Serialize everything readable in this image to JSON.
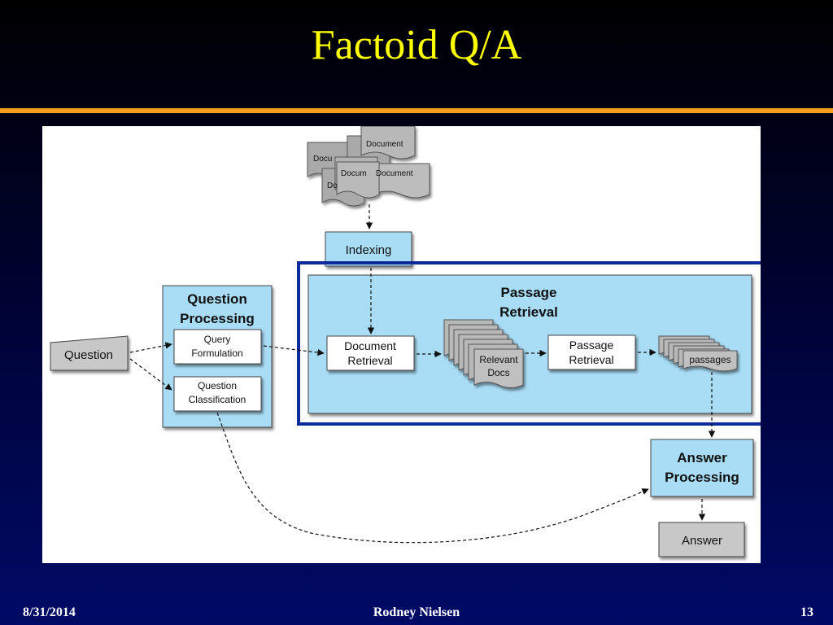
{
  "slide": {
    "title": "Factoid Q/A"
  },
  "diagram": {
    "documents": [
      "Docu",
      "Do",
      "Document",
      "Docum",
      "Document",
      "Do"
    ],
    "indexing": "Indexing",
    "question": "Question",
    "question_processing": {
      "line1": "Question",
      "line2": "Processing"
    },
    "query_formulation": {
      "line1": "Query",
      "line2": "Formulation"
    },
    "question_classification": {
      "line1": "Question",
      "line2": "Classification"
    },
    "passage_retrieval_group": {
      "line1": "Passage",
      "line2": "Retrieval"
    },
    "document_retrieval": {
      "line1": "Document",
      "line2": "Retrieval"
    },
    "relevant_docs": {
      "line1": "Relevant",
      "line2": "Docs"
    },
    "passage_retrieval": {
      "line1": "Passage",
      "line2": "Retrieval"
    },
    "passages": "passages",
    "answer_processing": {
      "line1": "Answer",
      "line2": "Processing"
    },
    "answer": "Answer"
  },
  "footer": {
    "date": "8/31/2014",
    "author": "Rodney Nielsen",
    "page": "13"
  },
  "colors": {
    "title": "#ffff00",
    "rule": "#f2a31b",
    "box_blue": "#a9ddf6",
    "highlight_border": "#0b2a9c",
    "gray_box": "#c8c8c8"
  }
}
